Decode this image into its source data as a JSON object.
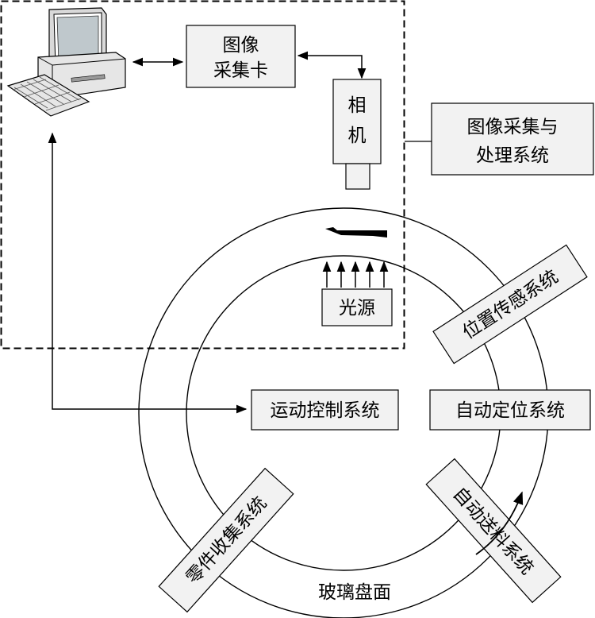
{
  "labels": {
    "capture_card_line1": "图像",
    "capture_card_line2": "采集卡",
    "camera_line1": "相",
    "camera_line2": "机",
    "image_system_line1": "图像采集与",
    "image_system_line2": "处理系统",
    "light_source": "光源",
    "position_sensing": "位置传感系统",
    "motion_control": "运动控制系统",
    "auto_positioning": "自动定位系统",
    "parts_collection": "零件收集系统",
    "auto_feeding": "自动送料系统",
    "glass_disk": "玻璃盘面"
  },
  "colors": {
    "box_fill": "#f2f2f2",
    "line": "#000000"
  },
  "icons": {
    "computer": "computer-icon",
    "camera": "camera-icon",
    "part": "part-icon"
  }
}
